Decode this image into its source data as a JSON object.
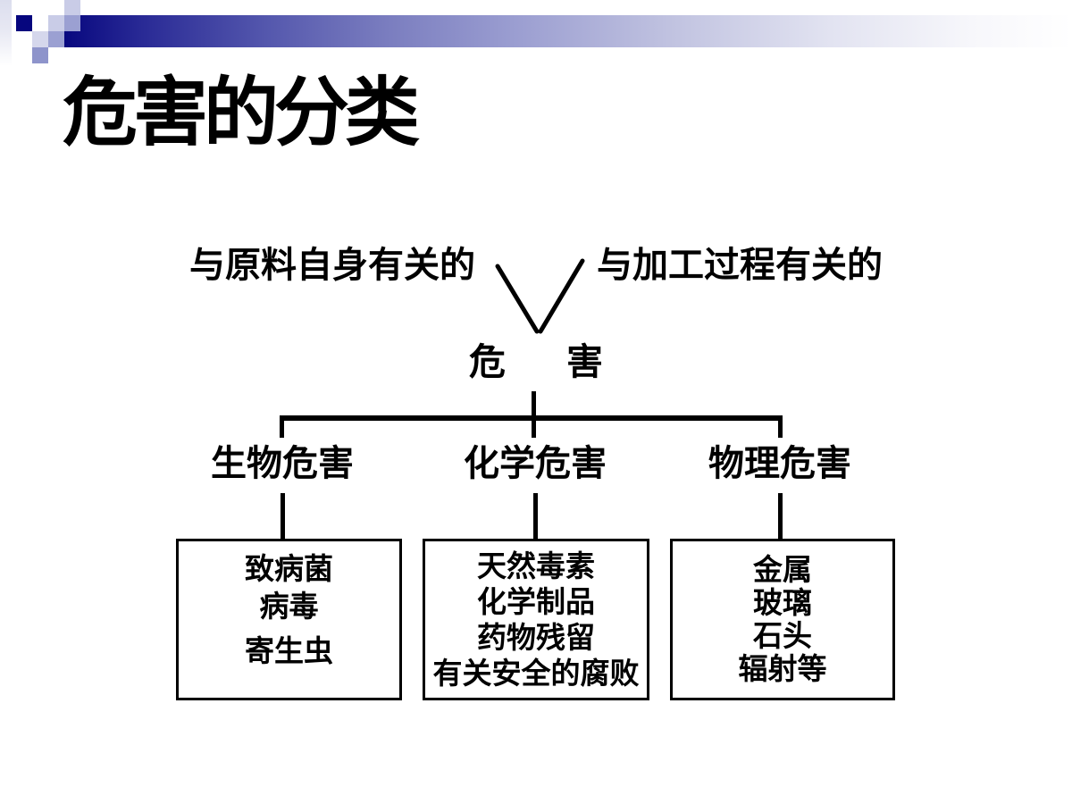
{
  "slide": {
    "title": "危害的分类"
  },
  "diagram": {
    "source_left": "与原料自身有关的",
    "source_right": "与加工过程有关的",
    "root_chars": [
      "危",
      "害"
    ],
    "branches": [
      {
        "label": "生物危害",
        "items": [
          "致病菌",
          "病毒",
          "寄生虫"
        ]
      },
      {
        "label": "化学危害",
        "items": [
          "天然毒素",
          "化学制品",
          "药物残留",
          "有关安全的腐败"
        ]
      },
      {
        "label": "物理危害",
        "items": [
          "金属",
          "玻璃",
          "石头",
          "辐射等"
        ]
      }
    ]
  },
  "colors": {
    "text": "#000000",
    "background": "#ffffff",
    "accent_dark_navy": "#06067e",
    "accent_medium_lavender": "#9ba0d2",
    "accent_pale_lavender": "#c9cce7"
  }
}
